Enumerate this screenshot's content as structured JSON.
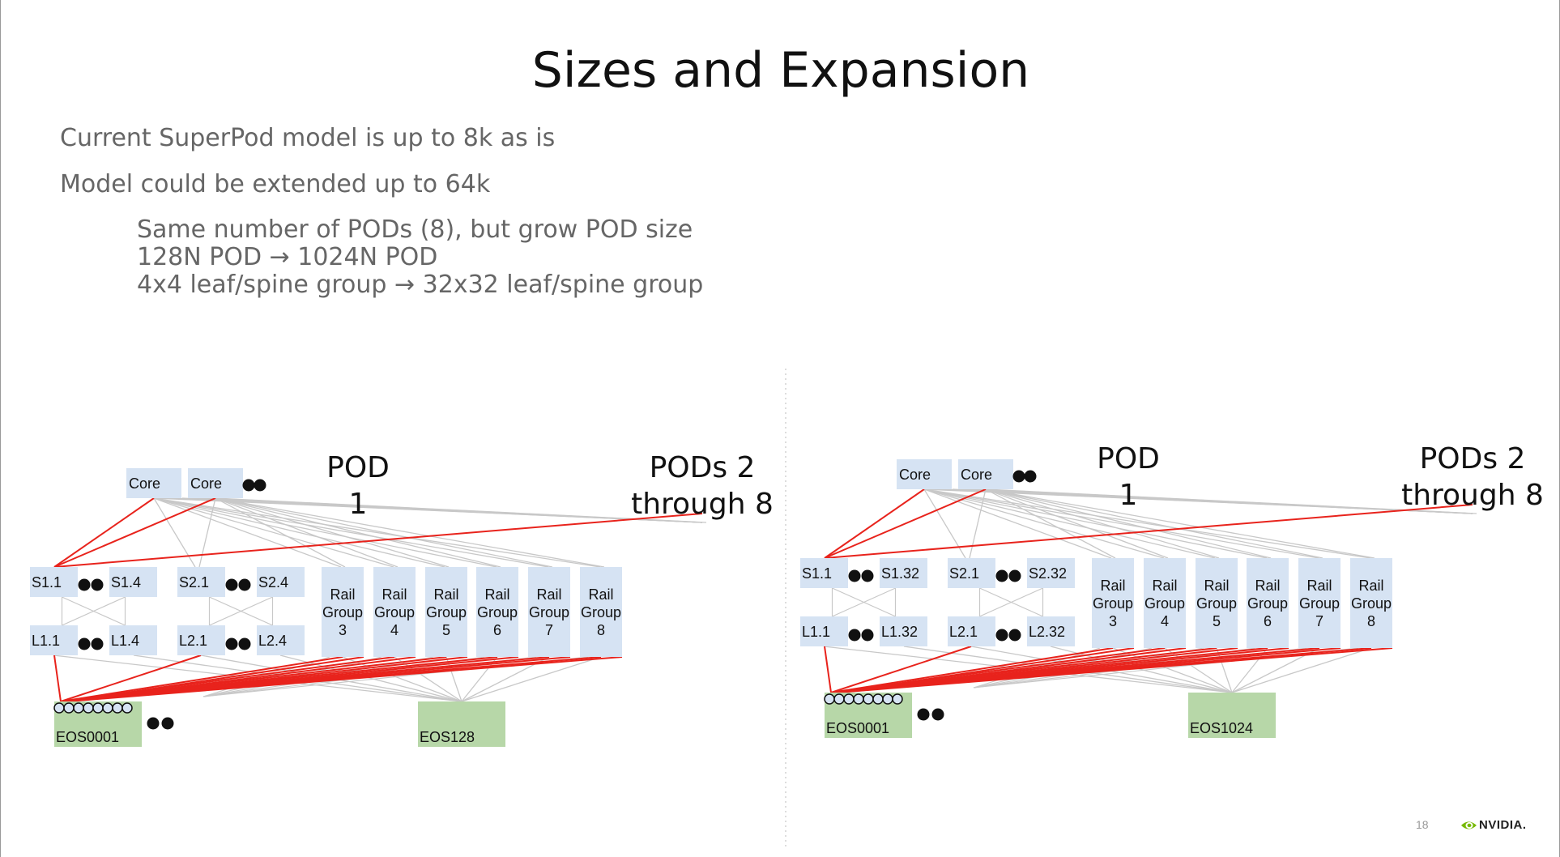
{
  "slide": {
    "title": "Sizes and Expansion",
    "bullets": [
      "Current SuperPod model is up to 8k as is",
      "Model could be extended up to 64k"
    ],
    "subbullets": [
      "Same number of PODs (8), but grow POD size",
      "128N POD → 1024N POD",
      "4x4 leaf/spine group → 32x32 leaf/spine group"
    ],
    "page_number": "18",
    "logo_text": "NVIDIA."
  },
  "diagrams": [
    {
      "core": [
        "Core",
        "Core"
      ],
      "spines": [
        "S1.1",
        "S1.4",
        "S2.1",
        "S2.4"
      ],
      "leaves": [
        "L1.1",
        "L1.4",
        "L2.1",
        "L2.4"
      ],
      "rail_word": "Rail",
      "group_word": "Group",
      "rail_numbers": [
        "3",
        "4",
        "5",
        "6",
        "7",
        "8"
      ],
      "pod_label": [
        "POD",
        "1"
      ],
      "pods_label": [
        "PODs 2",
        "through 8"
      ],
      "eos_first": "EOS0001",
      "eos_last": "EOS128"
    },
    {
      "core": [
        "Core",
        "Core"
      ],
      "spines": [
        "S1.1",
        "S1.32",
        "S2.1",
        "S2.32"
      ],
      "leaves": [
        "L1.1",
        "L1.32",
        "L2.1",
        "L2.32"
      ],
      "rail_word": "Rail",
      "group_word": "Group",
      "rail_numbers": [
        "3",
        "4",
        "5",
        "6",
        "7",
        "8"
      ],
      "pod_label": [
        "POD",
        "1"
      ],
      "pods_label": [
        "PODs 2",
        "through 8"
      ],
      "eos_first": "EOS0001",
      "eos_last": "EOS1024"
    }
  ],
  "colors": {
    "switch_box": "#d6e3f3",
    "eos_box": "#b7d7a8",
    "red_link": "#e8231c",
    "grey_link": "#c8c8c8"
  }
}
